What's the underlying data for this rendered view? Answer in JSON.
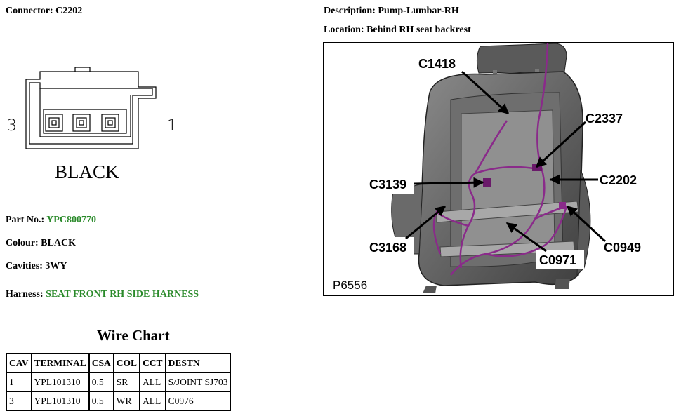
{
  "connector": {
    "label": "Connector:",
    "value": "C2202"
  },
  "description": {
    "label": "Description:",
    "value": "Pump-Lumbar-RH"
  },
  "location": {
    "label": "Location:",
    "value": "Behind RH seat backrest"
  },
  "drawing": {
    "left_cavity": "3",
    "right_cavity": "1",
    "color_text": "BLACK"
  },
  "part": {
    "label": "Part No.:",
    "value": "YPC800770"
  },
  "colour": {
    "label": "Colour:",
    "value": "BLACK"
  },
  "cavities": {
    "label": "Cavities:",
    "value": "3WY"
  },
  "harness": {
    "label": "Harness:",
    "value": "SEAT FRONT RH SIDE HARNESS"
  },
  "photo": {
    "ref": "P6556",
    "callouts": [
      "C1418",
      "C2337",
      "C2202",
      "C3139",
      "C3168",
      "C0949",
      "C0971"
    ]
  },
  "wire_chart": {
    "title": "Wire Chart",
    "headers": [
      "CAV",
      "TERMINAL",
      "CSA",
      "COL",
      "CCT",
      "DESTN"
    ],
    "rows": [
      [
        "1",
        "YPL101310",
        "0.5",
        "SR",
        "ALL",
        "S/JOINT SJ703"
      ],
      [
        "3",
        "YPL101310",
        "0.5",
        "WR",
        "ALL",
        "C0976"
      ]
    ]
  },
  "colors": {
    "green_text": "#2a8a2a",
    "harness_wire": "#8a2a8a"
  }
}
